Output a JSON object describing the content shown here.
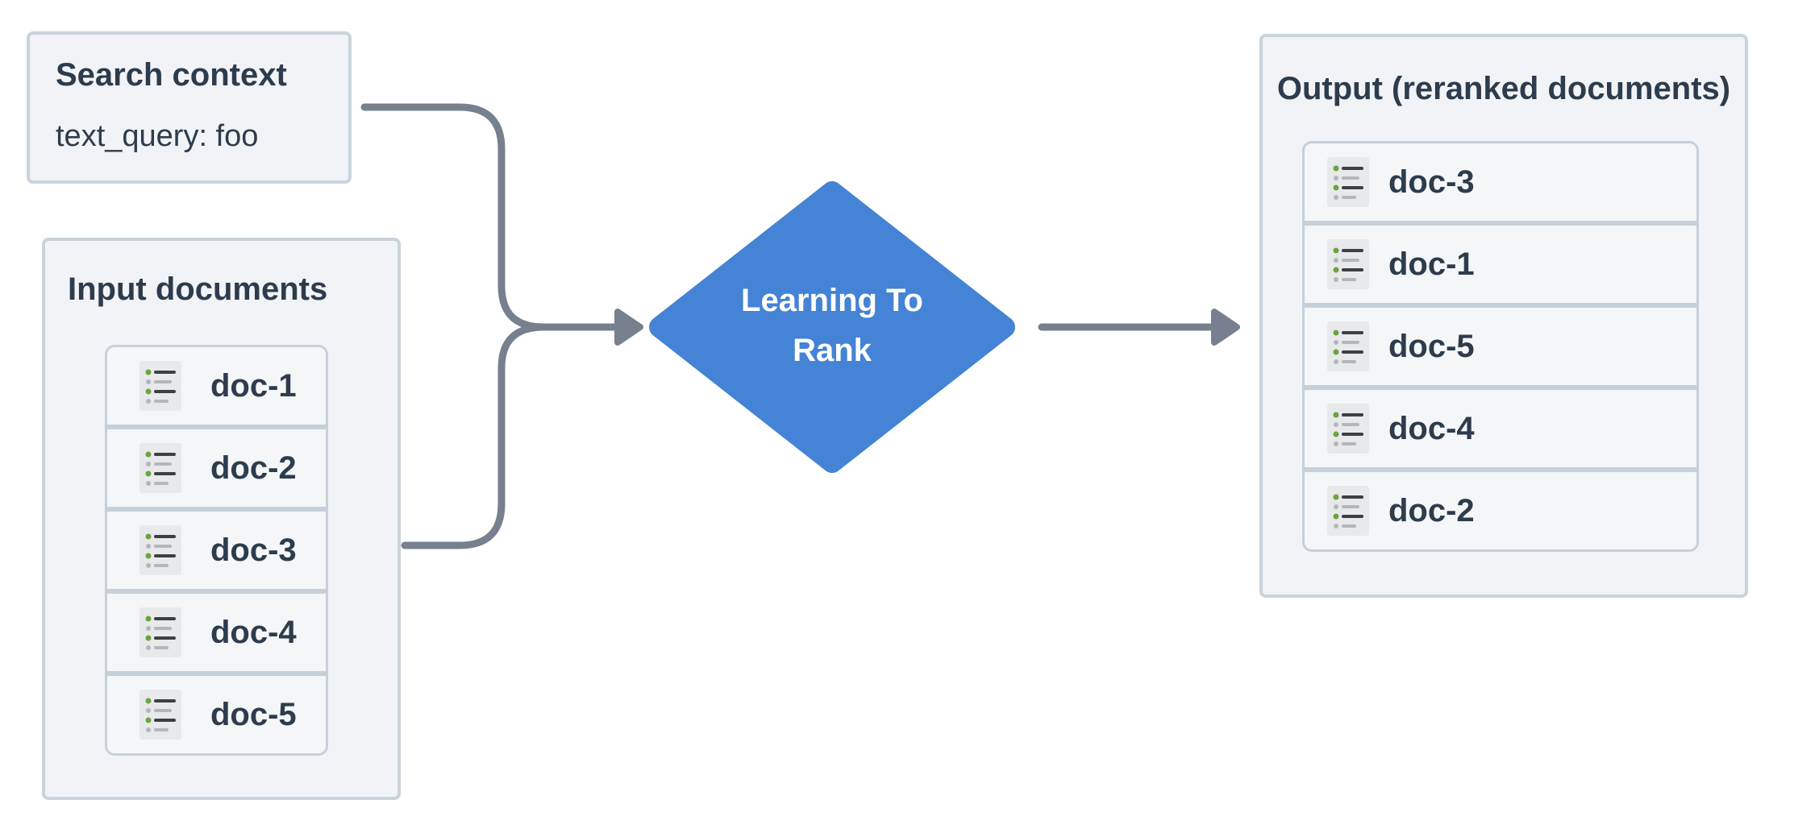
{
  "colors": {
    "accent_blue": "#4483d5",
    "connector_gray": "#76808E",
    "box_border": "#c9d3dc",
    "divider": "#c6d0da",
    "box_bg": "#f1f3f6",
    "card_bg": "#f4f6f8",
    "icon_bg": "#e8e9eb",
    "icon_green": "#67a63c",
    "icon_dark": "#3d3f40",
    "icon_gray": "#b4b7ba",
    "text_dark": "#2d3c4d",
    "diamond_text": "#ffffff",
    "page_bg": "#ffffff"
  },
  "search_context": {
    "title": "Search context",
    "query": "text_query: foo"
  },
  "input_documents": {
    "title": "Input documents",
    "docs": [
      "doc-1",
      "doc-2",
      "doc-3",
      "doc-4",
      "doc-5"
    ]
  },
  "ranker": {
    "line1": "Learning To",
    "line2": "Rank",
    "label": "Learning To Rank"
  },
  "output_documents": {
    "title": "Output (reranked documents)",
    "docs": [
      "doc-3",
      "doc-1",
      "doc-5",
      "doc-4",
      "doc-2"
    ]
  },
  "icons": {
    "doc_icon": "list-icon"
  }
}
